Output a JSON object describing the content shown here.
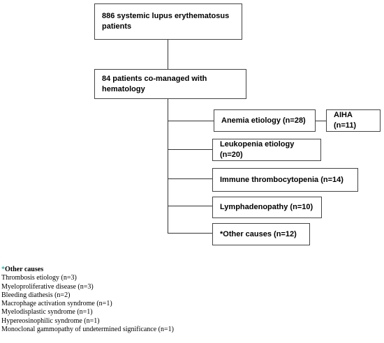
{
  "flowchart": {
    "root": "886 systemic lupus erythematosus patients",
    "level2": "84 patients co-managed with hematology",
    "categories": [
      "Anemia etiology (n=28)",
      "Leukopenia etiology (n=20)",
      "Immune thrombocytopenia (n=14)",
      "Lymphadenopathy (n=10)",
      "*Other causes (n=12)"
    ],
    "sub": "AIHA (n=11)"
  },
  "notes": {
    "star": "*",
    "title": "Other causes",
    "items": [
      "Thrombosis etiology (n=3)",
      "Myeloproliferative disease (n=3)",
      "Bleeding diathesis (n=2)",
      "Macrophage activation syndrome (n=1)",
      "Myelodisplastic syndrome (n=1)",
      "Hypereosinophilic syndrome (n=1)",
      "Monoclonal gammopathy of undetermined significance (n=1)"
    ]
  }
}
